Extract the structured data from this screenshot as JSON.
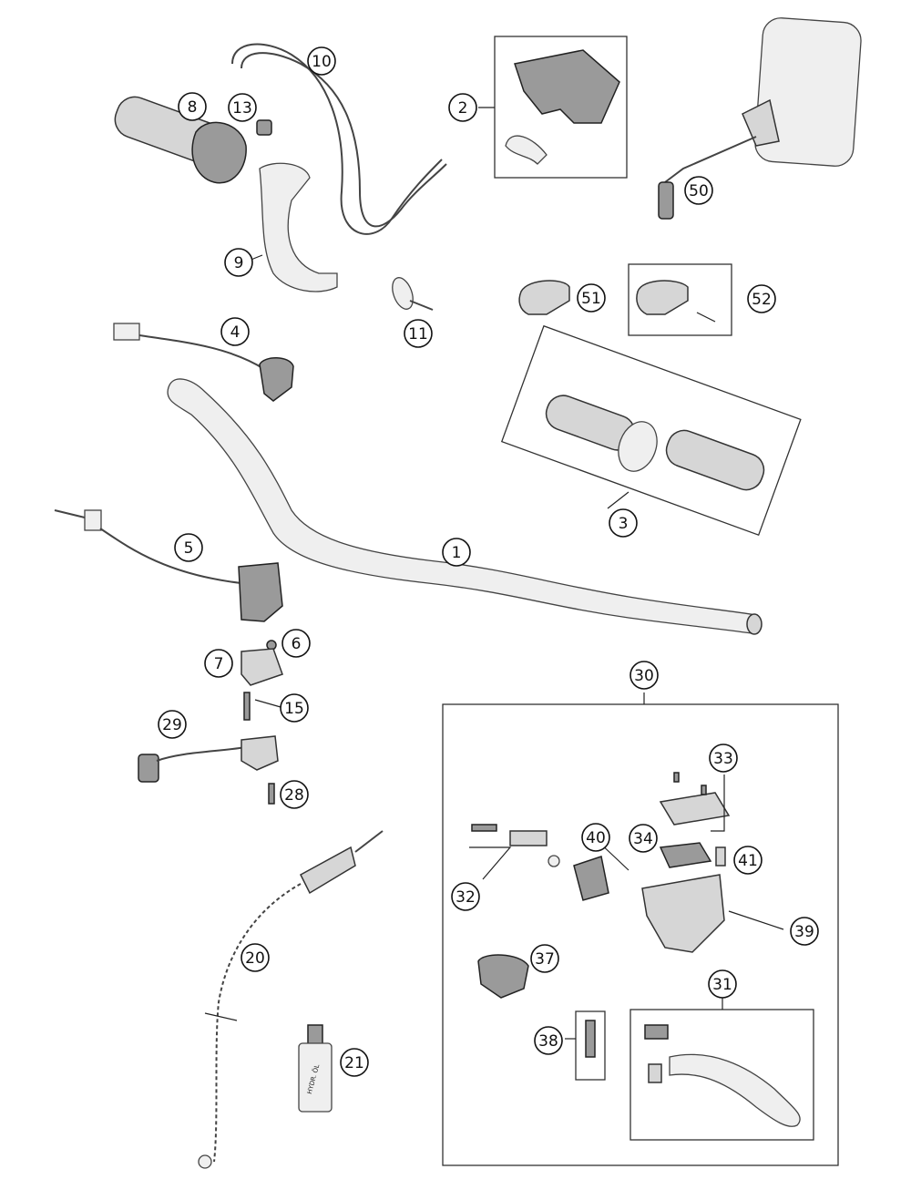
{
  "callouts": [
    {
      "id": "c1",
      "label": "1"
    },
    {
      "id": "c2",
      "label": "2"
    },
    {
      "id": "c3",
      "label": "3"
    },
    {
      "id": "c4",
      "label": "4"
    },
    {
      "id": "c5",
      "label": "5"
    },
    {
      "id": "c6",
      "label": "6"
    },
    {
      "id": "c7",
      "label": "7"
    },
    {
      "id": "c8",
      "label": "8"
    },
    {
      "id": "c9",
      "label": "9"
    },
    {
      "id": "c10",
      "label": "10"
    },
    {
      "id": "c11",
      "label": "11"
    },
    {
      "id": "c13",
      "label": "13"
    },
    {
      "id": "c15",
      "label": "15"
    },
    {
      "id": "c20",
      "label": "20"
    },
    {
      "id": "c21",
      "label": "21"
    },
    {
      "id": "c28",
      "label": "28"
    },
    {
      "id": "c29",
      "label": "29"
    },
    {
      "id": "c30",
      "label": "30"
    },
    {
      "id": "c31",
      "label": "31"
    },
    {
      "id": "c32",
      "label": "32"
    },
    {
      "id": "c33",
      "label": "33"
    },
    {
      "id": "c34",
      "label": "34"
    },
    {
      "id": "c37",
      "label": "37"
    },
    {
      "id": "c38",
      "label": "38"
    },
    {
      "id": "c39",
      "label": "39"
    },
    {
      "id": "c40",
      "label": "40"
    },
    {
      "id": "c41",
      "label": "41"
    },
    {
      "id": "c50",
      "label": "50"
    },
    {
      "id": "c51",
      "label": "51"
    },
    {
      "id": "c52",
      "label": "52"
    }
  ],
  "bottle_label": "HYDR. ÖL"
}
